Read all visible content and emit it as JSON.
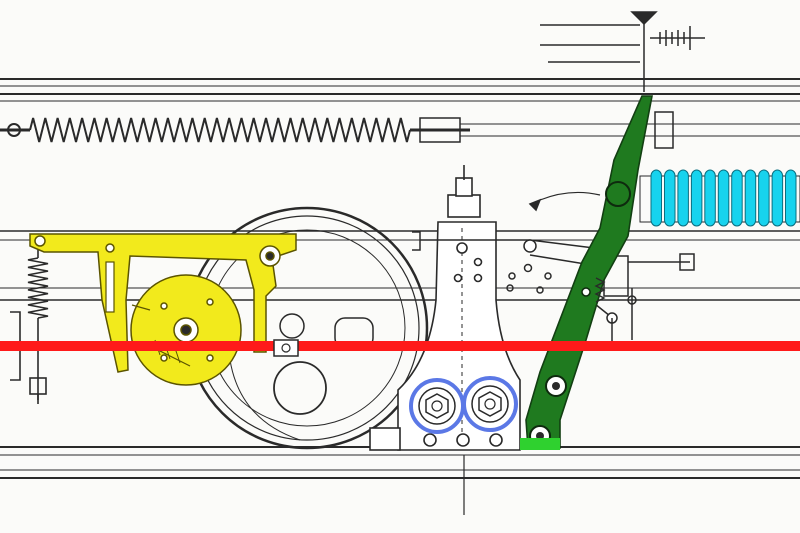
{
  "colors": {
    "background": "#fbfbf9",
    "ink": "#2a2a2a",
    "ink_light": "#8a8a8a",
    "red_rod": "#ff1a1a",
    "yellow_linkage": "#f2ea1c",
    "green_lever": "#1f7a1f",
    "green_pad": "#2fd12f",
    "blue_rings": "#5b78e6",
    "cyan_spring": "#17d3ee"
  },
  "highlighted_parts": [
    {
      "name": "red-rod",
      "color": "red_rod"
    },
    {
      "name": "yellow-linkage",
      "color": "yellow_linkage"
    },
    {
      "name": "green-lever",
      "color": "green_lever"
    },
    {
      "name": "blue-rings",
      "color": "blue_rings"
    },
    {
      "name": "cyan-spring",
      "color": "cyan_spring"
    }
  ]
}
